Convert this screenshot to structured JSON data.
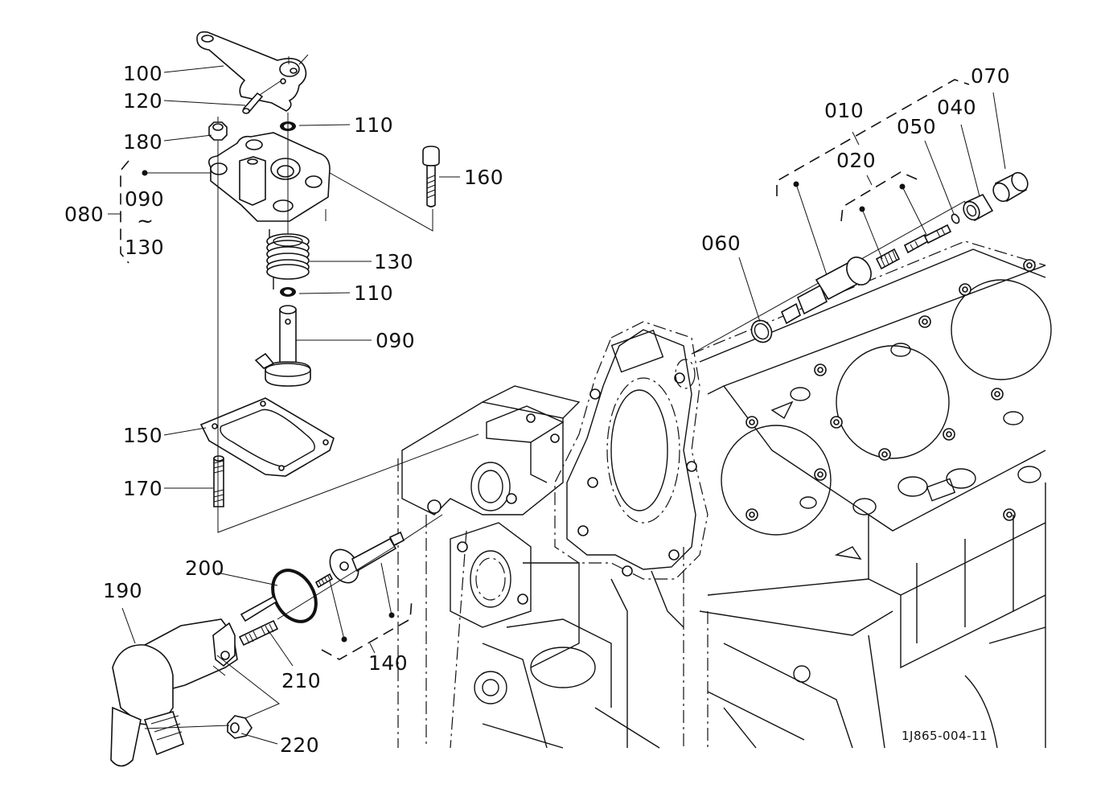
{
  "diagram": {
    "type": "exploded parts diagram",
    "drawing_code": "1J865-004-11",
    "callouts": [
      {
        "id": "100",
        "label": "100"
      },
      {
        "id": "120",
        "label": "120"
      },
      {
        "id": "110a",
        "label": "110"
      },
      {
        "id": "180",
        "label": "180"
      },
      {
        "id": "160",
        "label": "160"
      },
      {
        "id": "080",
        "label": "080"
      },
      {
        "id": "130",
        "label": "130"
      },
      {
        "id": "110b",
        "label": "110"
      },
      {
        "id": "090",
        "label": "090"
      },
      {
        "id": "150",
        "label": "150"
      },
      {
        "id": "170",
        "label": "170"
      },
      {
        "id": "010",
        "label": "010"
      },
      {
        "id": "020",
        "label": "020"
      },
      {
        "id": "050",
        "label": "050"
      },
      {
        "id": "040",
        "label": "040"
      },
      {
        "id": "070",
        "label": "070"
      },
      {
        "id": "060",
        "label": "060"
      },
      {
        "id": "200",
        "label": "200"
      },
      {
        "id": "190",
        "label": "190"
      },
      {
        "id": "210",
        "label": "210"
      },
      {
        "id": "140",
        "label": "140"
      },
      {
        "id": "220",
        "label": "220"
      }
    ],
    "assembly_080": {
      "label": "080",
      "range_from": "090",
      "range_sep": "~",
      "range_to": "130"
    }
  }
}
